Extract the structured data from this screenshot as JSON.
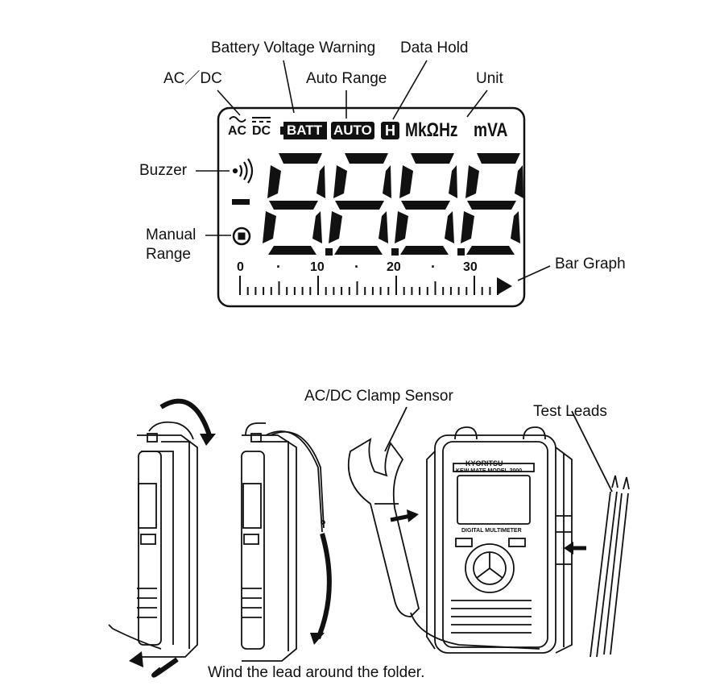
{
  "lcd_labels": {
    "battery_warning": "Battery Voltage Warning",
    "data_hold": "Data Hold",
    "ac_dc": "AC／DC",
    "auto_range": "Auto Range",
    "unit": "Unit",
    "buzzer": "Buzzer",
    "manual_range_line1": "Manual",
    "manual_range_line2": "Range",
    "bar_graph": "Bar Graph"
  },
  "lcd_symbols": {
    "ac": "AC",
    "dc": "DC",
    "batt": "BATT",
    "auto": "AUTO",
    "hold": "H",
    "units_left": "MkΩHz",
    "units_right": "mVA",
    "minus": "-",
    "scale_ticks": [
      "0",
      "·",
      "10",
      "·",
      "20",
      "·",
      "30"
    ]
  },
  "device_labels": {
    "clamp_sensor": "AC/DC Clamp Sensor",
    "test_leads": "Test Leads",
    "wind_caption": "Wind the lead around the folder."
  },
  "device_text": {
    "brand": "KYORITSU",
    "model": "KEW MATE MODEL 2000",
    "panel": "DIGITAL MULTIMETER"
  },
  "colors": {
    "ink": "#111111",
    "background": "#ffffff"
  }
}
